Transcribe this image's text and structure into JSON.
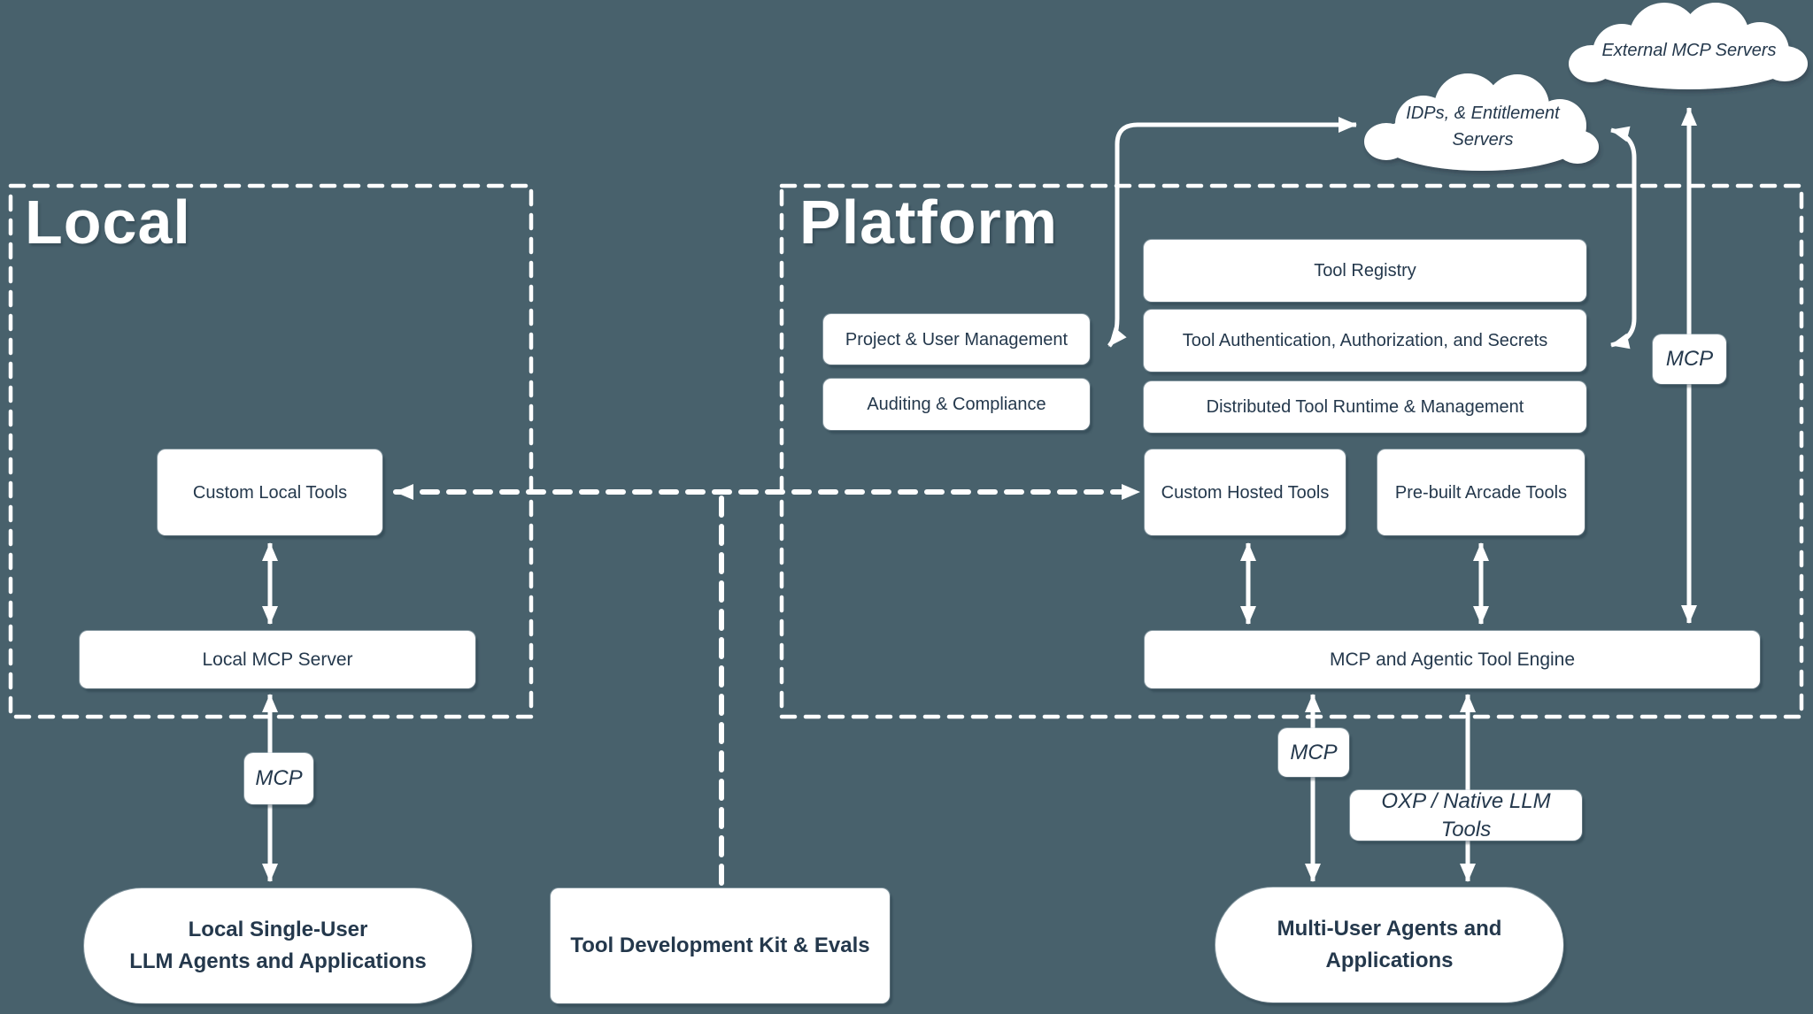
{
  "colors": {
    "background": "#48616c",
    "box_fill": "#ffffff",
    "box_text": "#24384c",
    "line_color": "#ffffff"
  },
  "regions": {
    "local_title": "Local",
    "platform_title": "Platform"
  },
  "clouds": {
    "external_mcp": "External MCP Servers",
    "idps_line1": "IDPs, & Entitlement",
    "idps_line2": "Servers"
  },
  "nodes": {
    "custom_local_tools": "Custom Local Tools",
    "local_mcp_server": "Local MCP Server",
    "local_agents_line1": "Local Single-User",
    "local_agents_line2": "LLM Agents and Applications",
    "tool_dev_kit": "Tool Development Kit & Evals",
    "project_user_mgmt": "Project & User Management",
    "auditing_compliance": "Auditing & Compliance",
    "tool_registry": "Tool Registry",
    "tool_auth": "Tool Authentication, Authorization, and Secrets",
    "distributed_runtime": "Distributed Tool Runtime & Management",
    "custom_hosted_tools": "Custom Hosted Tools",
    "prebuilt_arcade_tools": "Pre-built Arcade Tools",
    "tool_engine": "MCP and Agentic Tool Engine",
    "multi_user_agents_line1": "Multi-User Agents and",
    "multi_user_agents_line2": "Applications"
  },
  "edge_labels": {
    "mcp_local": "MCP",
    "mcp_external": "MCP",
    "mcp_engine": "MCP",
    "oxp_native": "OXP / Native LLM Tools"
  }
}
